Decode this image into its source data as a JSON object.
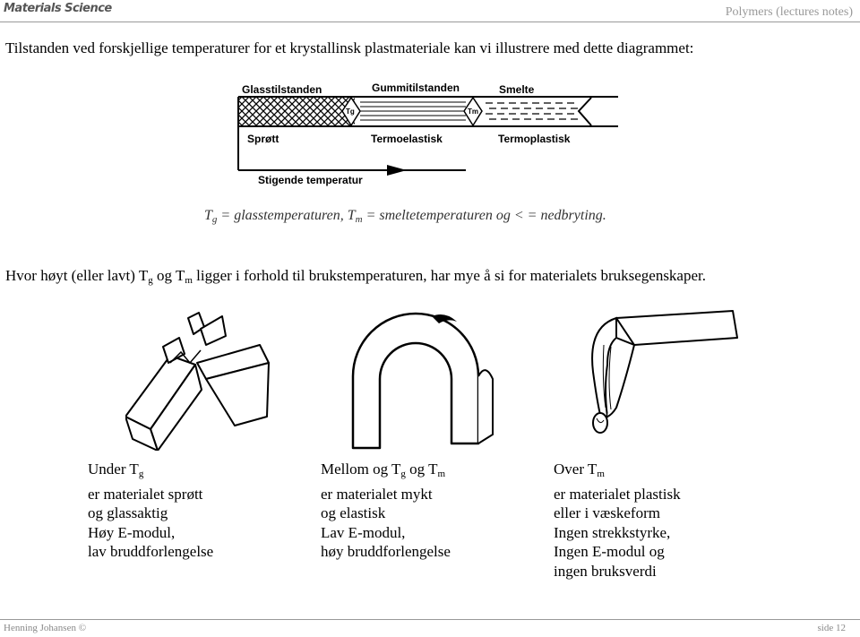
{
  "header": {
    "logo_text": "Materials Science",
    "right_text": "Polymers (lectures notes)"
  },
  "intro": "Tilstanden ved forskjellige temperaturer for et krystallinsk plastmateriale kan vi illustrere med dette diagrammet:",
  "diagram": {
    "states": [
      "Glasstilstanden",
      "Gummitilstanden",
      "Smelte"
    ],
    "properties": [
      "Sprøtt",
      "Termoelastisk",
      "Termoplastisk"
    ],
    "tg_label": "Tg",
    "tm_label": "Tm",
    "axis_label": "Stigende temperatur"
  },
  "legend": {
    "tg": "T",
    "tg_sub": "g",
    "tg_def": " = glasstemperaturen, T",
    "tm_sub": "m",
    "tm_def": " = smeltetemperaturen og < = nedbryting."
  },
  "question": {
    "part1": "Hvor høyt (eller lavt) T",
    "sub1": "g",
    "part2": " og T",
    "sub2": "m",
    "part3": " ligger i forhold til brukstemperaturen, har mye å si for materialets bruksegenskaper."
  },
  "columns": [
    {
      "title": "Under T",
      "title_sub": "g",
      "title_rest": "",
      "lines": [
        "er materialet sprøtt",
        "og glassaktig",
        "Høy E-modul,",
        "lav bruddforlengelse"
      ]
    },
    {
      "title": "Mellom og T",
      "title_sub": "g",
      "title_rest": " og T",
      "title_sub2": "m",
      "lines": [
        "er materialet mykt",
        "og elastisk",
        "Lav E-modul,",
        "høy bruddforlengelse"
      ]
    },
    {
      "title": "Over T",
      "title_sub": "m",
      "title_rest": "",
      "lines": [
        "er materialet plastisk",
        "eller i væskeform",
        "Ingen strekkstyrke,",
        "Ingen E-modul og",
        "ingen bruksverdi"
      ]
    }
  ],
  "footer": {
    "author": "Henning Johansen ©",
    "page": "side 12"
  }
}
